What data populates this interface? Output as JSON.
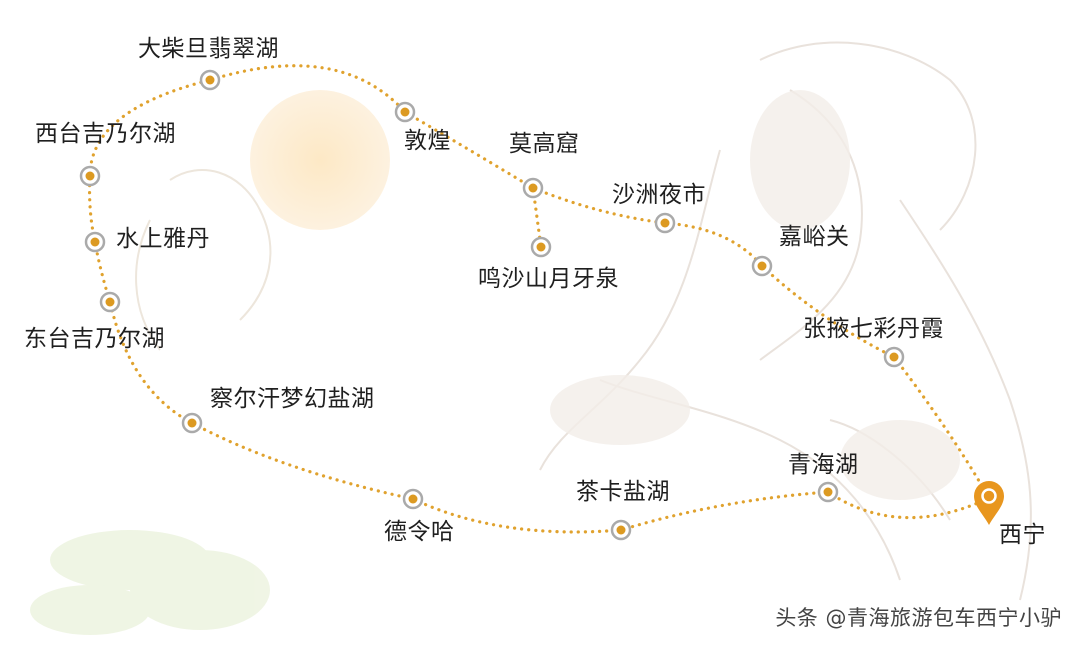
{
  "colors": {
    "route": "#e0a22e",
    "marker_ring": "#aaaaaa",
    "marker_center": "#dc9a22",
    "destination_pin": "#e8961e",
    "text": "#1f1f1f"
  },
  "stops": [
    {
      "id": "dachaidan",
      "name": "大柴旦翡翠湖"
    },
    {
      "id": "dunhuang",
      "name": "敦煌"
    },
    {
      "id": "mogao",
      "name": "莫高窟"
    },
    {
      "id": "mingsha",
      "name": "鸣沙山月牙泉"
    },
    {
      "id": "shazhou",
      "name": "沙洲夜市"
    },
    {
      "id": "jiayuguan",
      "name": "嘉峪关"
    },
    {
      "id": "zhangye",
      "name": "张掖七彩丹霞"
    },
    {
      "id": "xining",
      "name": "西宁"
    },
    {
      "id": "qinghaihu",
      "name": "青海湖"
    },
    {
      "id": "chaka",
      "name": "茶卡盐湖"
    },
    {
      "id": "delingha",
      "name": "德令哈"
    },
    {
      "id": "chaerhan",
      "name": "察尔汗梦幻盐湖"
    },
    {
      "id": "dongtai",
      "name": "东台吉乃尔湖"
    },
    {
      "id": "shuishang",
      "name": "水上雅丹"
    },
    {
      "id": "xitai",
      "name": "西台吉乃尔湖"
    }
  ],
  "watermark": "头条 @青海旅游包车西宁小驴"
}
